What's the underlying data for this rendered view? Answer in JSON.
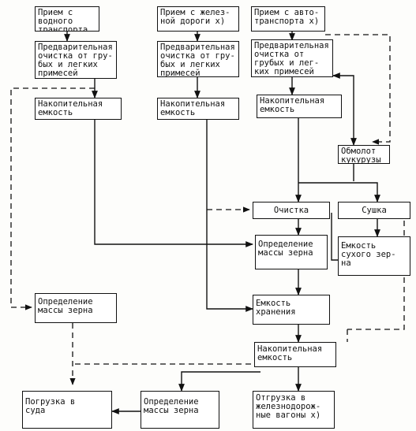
{
  "diagram": {
    "nodes": {
      "priem_vodnyi": "Прием с водного\nтранспорта",
      "priem_zhd": "Прием с желез-\nной дороги  х)",
      "priem_avto": "Прием с авто-\nтранспорта х)",
      "ochistka_1": "Предварительная\nочистка от гру-\nбых и легких\nпримесей",
      "ochistka_2": "Предварительная\nочистка от гру-\nбых и легких\nпримесей",
      "ochistka_3": "Предварительная очистка от\nгрубых и лег-\nких примесей",
      "emkost_1": "Накопительная\nемкость",
      "emkost_2": "Накопительная\nемкость",
      "emkost_3": "Накопительная\nемкость",
      "obmolot": "Обмолот\nкукурузы",
      "ochistka_main": "Очистка",
      "sushka": "Сушка",
      "opredelenie_1": "Определение\nмассы зерна",
      "emkost_sukh": "Емкость\nсухого зер-\nна",
      "opredelenie_2": "Определение\nмассы зерна",
      "emkost_khranenia": "Емкость\nхранения",
      "emkost_final": "Накопительная\nемкость",
      "pogruzka": "Погрузка в\nсуда",
      "opredelenie_3": "Определение\nмассы зерна",
      "otgruzka": "Отгрузка в\nжелезнодорож-\nные вагоны х)"
    }
  }
}
